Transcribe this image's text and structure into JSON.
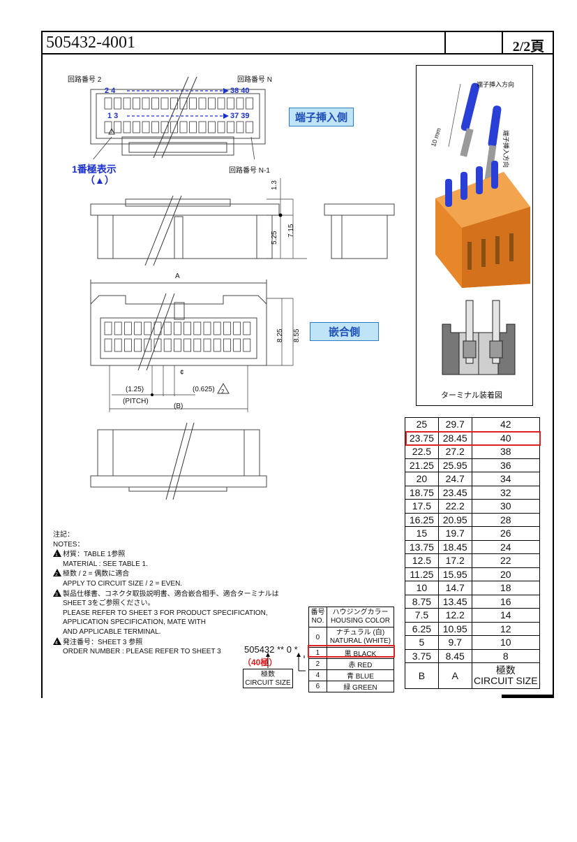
{
  "header": {
    "doc_number": "505432-4001",
    "page": "2/2頁"
  },
  "top_view": {
    "circuit_2": "回路番号 2",
    "circuit_n": "回路番号 N",
    "circuit_n1": "回路番号 N-1",
    "even_start": "2  4",
    "even_end": "38 40",
    "odd_start": "1  3",
    "odd_end": "37 39",
    "pole1_line1": "1番極表示",
    "pole1_line2": "（▲）",
    "terminal_side": "端子挿入側"
  },
  "side_view": {
    "dim_13": "1.3",
    "dim_525": "5.25",
    "dim_715": "7.15"
  },
  "front_view": {
    "dim_a": "A",
    "dim_825": "8.25",
    "dim_855": "8.55",
    "mating_side": "嵌合側",
    "dim_125": "(1.25)",
    "pitch": "(PITCH)",
    "dim_0625": "(0.625)",
    "note2": "2",
    "dim_b": "(B)",
    "center_mark": "¢"
  },
  "photo_panel": {
    "insert_direction": "端子挿入方向",
    "insert_direction_vertical": "端子挿入方向",
    "dim_10mm": "10 mm",
    "caption": "ターミナル装着図"
  },
  "size_table": {
    "rows": [
      [
        "25",
        "29.7",
        "42"
      ],
      [
        "23.75",
        "28.45",
        "40"
      ],
      [
        "22.5",
        "27.2",
        "38"
      ],
      [
        "21.25",
        "25.95",
        "36"
      ],
      [
        "20",
        "24.7",
        "34"
      ],
      [
        "18.75",
        "23.45",
        "32"
      ],
      [
        "17.5",
        "22.2",
        "30"
      ],
      [
        "16.25",
        "20.95",
        "28"
      ],
      [
        "15",
        "19.7",
        "26"
      ],
      [
        "13.75",
        "18.45",
        "24"
      ],
      [
        "12.5",
        "17.2",
        "22"
      ],
      [
        "11.25",
        "15.95",
        "20"
      ],
      [
        "10",
        "14.7",
        "18"
      ],
      [
        "8.75",
        "13.45",
        "16"
      ],
      [
        "7.5",
        "12.2",
        "14"
      ],
      [
        "6.25",
        "10.95",
        "12"
      ],
      [
        "5",
        "9.7",
        "10"
      ],
      [
        "3.75",
        "8.45",
        "8"
      ]
    ],
    "header_b": "B",
    "header_a": "A",
    "header_size_jp": "極数",
    "header_size_en": "CIRCUIT SIZE",
    "highlight_index": 1
  },
  "notes": {
    "title_jp": "注記：",
    "title_en": "NOTES：",
    "n1_num": "1",
    "n1_jp": "材質：TABLE 1参照",
    "n1_en": "MATERIAL : SEE TABLE 1.",
    "n2_num": "2",
    "n2_jp": "極数 / 2 = 偶数に適合",
    "n2_en": "APPLY TO CIRCUIT SIZE / 2 = EVEN.",
    "n3_num": "3",
    "n3_jp1": "製品仕様書、コネクタ取扱説明書、適合嵌合相手、適合ターミナルは",
    "n3_jp2": "SHEET 3をご参照ください。",
    "n3_en1": "PLEASE REFER TO SHEET 3 FOR PRODUCT SPECIFICATION,",
    "n3_en2": "APPLICATION SPECIFICATION, MATE WITH",
    "n3_en3": "AND APPLICABLE TERMINAL.",
    "n4_num": "4",
    "n4_jp": "発注番号：SHEET 3 参照",
    "n4_en": "ORDER NUMBER : PLEASE REFER TO SHEET 3"
  },
  "order_code": {
    "code": "505432 ** 0 *",
    "poles": "（40極）",
    "size_jp": "極数",
    "size_en": "CIRCUIT SIZE"
  },
  "color_table": {
    "hdr_no_jp": "番号",
    "hdr_no_en": "NO.",
    "hdr_color_jp": "ハウジングカラー",
    "hdr_color_en": "HOUSING COLOR",
    "rows": [
      {
        "no": "0",
        "color_jp": "ナチュラル (白)",
        "color_en": "NATURAL (WHITE)"
      },
      {
        "no": "1",
        "color": "黒 BLACK"
      },
      {
        "no": "2",
        "color": "赤 RED"
      },
      {
        "no": "4",
        "color": "青 BLUE"
      },
      {
        "no": "6",
        "color": "緑 GREEN"
      }
    ]
  },
  "colors": {
    "highlight": "#e02020",
    "callout_blue": "#1a2fd0",
    "label_fill": "#bfe3f7",
    "housing_orange": "#e8862a",
    "wire_blue": "#2a3fd6"
  }
}
